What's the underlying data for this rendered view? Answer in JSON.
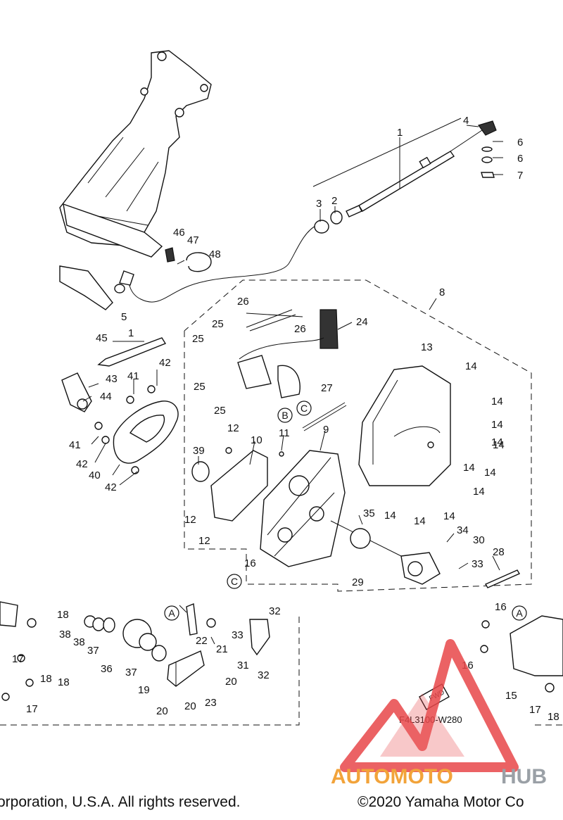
{
  "diagram_code": "F4L3100-W280",
  "fwd_label": "FWD",
  "ref_letters": {
    "a": "A",
    "b": "B",
    "c": "C"
  },
  "watermark": {
    "part1": "AUTOMOTO",
    "part2": "HUB",
    "color1": "#f2a33a",
    "color2": "#9aa0a6",
    "logo_color": "#e8474a"
  },
  "footer": {
    "left": "orporation, U.S.A. All rights reserved.",
    "right": "©2020 Yamaha Motor Co"
  },
  "callouts": [
    {
      "id": "c1",
      "text": "1"
    },
    {
      "id": "c1b",
      "text": "1"
    },
    {
      "id": "c2",
      "text": "2"
    },
    {
      "id": "c3",
      "text": "3"
    },
    {
      "id": "c4",
      "text": "4"
    },
    {
      "id": "c5",
      "text": "5"
    },
    {
      "id": "c6a",
      "text": "6"
    },
    {
      "id": "c6b",
      "text": "6"
    },
    {
      "id": "c7",
      "text": "7"
    },
    {
      "id": "c8",
      "text": "8"
    },
    {
      "id": "c9",
      "text": "9"
    },
    {
      "id": "c10",
      "text": "10"
    },
    {
      "id": "c11",
      "text": "11"
    },
    {
      "id": "c12a",
      "text": "12"
    },
    {
      "id": "c12b",
      "text": "12"
    },
    {
      "id": "c12c",
      "text": "12"
    },
    {
      "id": "c13",
      "text": "13"
    },
    {
      "id": "c14a",
      "text": "14"
    },
    {
      "id": "c14b",
      "text": "14"
    },
    {
      "id": "c14c",
      "text": "14"
    },
    {
      "id": "c14d",
      "text": "14"
    },
    {
      "id": "c14e",
      "text": "14"
    },
    {
      "id": "c14f",
      "text": "14"
    },
    {
      "id": "c14g",
      "text": "14"
    },
    {
      "id": "c14h",
      "text": "14"
    },
    {
      "id": "c14i",
      "text": "14"
    },
    {
      "id": "c14j",
      "text": "14"
    },
    {
      "id": "c14k",
      "text": "14"
    },
    {
      "id": "c15",
      "text": "15"
    },
    {
      "id": "c16a",
      "text": "16"
    },
    {
      "id": "c16b",
      "text": "16"
    },
    {
      "id": "c16c",
      "text": "16"
    },
    {
      "id": "c17a",
      "text": "17"
    },
    {
      "id": "c17b",
      "text": "17"
    },
    {
      "id": "c17c",
      "text": "17"
    },
    {
      "id": "c18a",
      "text": "18"
    },
    {
      "id": "c18b",
      "text": "18"
    },
    {
      "id": "c18c",
      "text": "18"
    },
    {
      "id": "c18d",
      "text": "18"
    },
    {
      "id": "c19",
      "text": "19"
    },
    {
      "id": "c20a",
      "text": "20"
    },
    {
      "id": "c20b",
      "text": "20"
    },
    {
      "id": "c20c",
      "text": "20"
    },
    {
      "id": "c21",
      "text": "21"
    },
    {
      "id": "c22",
      "text": "22"
    },
    {
      "id": "c23",
      "text": "23"
    },
    {
      "id": "c24",
      "text": "24"
    },
    {
      "id": "c25a",
      "text": "25"
    },
    {
      "id": "c25b",
      "text": "25"
    },
    {
      "id": "c25c",
      "text": "25"
    },
    {
      "id": "c25d",
      "text": "25"
    },
    {
      "id": "c26a",
      "text": "26"
    },
    {
      "id": "c26b",
      "text": "26"
    },
    {
      "id": "c27",
      "text": "27"
    },
    {
      "id": "c28",
      "text": "28"
    },
    {
      "id": "c29",
      "text": "29"
    },
    {
      "id": "c30",
      "text": "30"
    },
    {
      "id": "c31",
      "text": "31"
    },
    {
      "id": "c32a",
      "text": "32"
    },
    {
      "id": "c32b",
      "text": "32"
    },
    {
      "id": "c33a",
      "text": "33"
    },
    {
      "id": "c33b",
      "text": "33"
    },
    {
      "id": "c34",
      "text": "34"
    },
    {
      "id": "c35",
      "text": "35"
    },
    {
      "id": "c36",
      "text": "36"
    },
    {
      "id": "c37a",
      "text": "37"
    },
    {
      "id": "c37b",
      "text": "37"
    },
    {
      "id": "c38a",
      "text": "38"
    },
    {
      "id": "c38b",
      "text": "38"
    },
    {
      "id": "c39",
      "text": "39"
    },
    {
      "id": "c40",
      "text": "40"
    },
    {
      "id": "c41a",
      "text": "41"
    },
    {
      "id": "c41b",
      "text": "41"
    },
    {
      "id": "c42a",
      "text": "42"
    },
    {
      "id": "c42b",
      "text": "42"
    },
    {
      "id": "c42c",
      "text": "42"
    },
    {
      "id": "c43",
      "text": "43"
    },
    {
      "id": "c44",
      "text": "44"
    },
    {
      "id": "c45",
      "text": "45"
    },
    {
      "id": "c46",
      "text": "46"
    },
    {
      "id": "c47",
      "text": "47"
    },
    {
      "id": "c48",
      "text": "48"
    }
  ]
}
